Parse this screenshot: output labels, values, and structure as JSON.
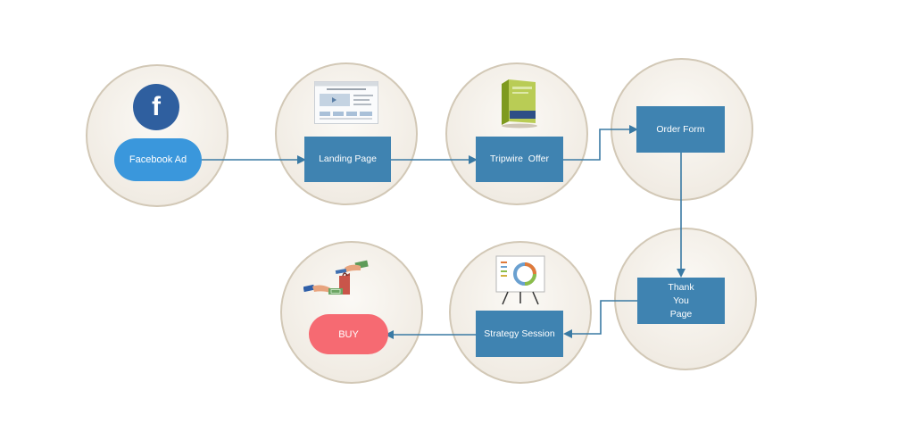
{
  "nodes": {
    "facebook_ad": {
      "label": "Facebook Ad"
    },
    "landing_page": {
      "label": "Landing Page"
    },
    "tripwire_offer": {
      "label": "Tripwire  Offer"
    },
    "order_form": {
      "label": "Order Form"
    },
    "thank_you_page": {
      "label": "Thank You Page"
    },
    "strategy_session": {
      "label": "Strategy Session"
    },
    "buy": {
      "label": "BUY"
    }
  },
  "icons": {
    "facebook": {
      "glyph": "f"
    }
  },
  "colors": {
    "node_box": "#3f83b1",
    "facebook_pill": "#3a97dc",
    "buy_pill": "#f66a72",
    "connector": "#3a7aa4",
    "circle_border": "#d2c8b6"
  }
}
